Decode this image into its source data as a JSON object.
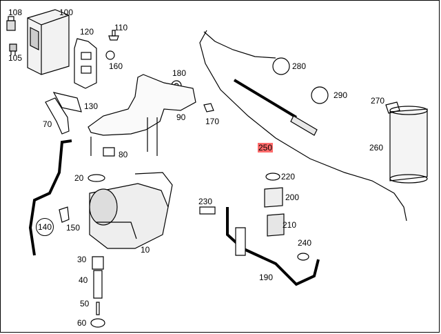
{
  "labels": {
    "p108": "108",
    "p100": "100",
    "p110": "110",
    "p120": "120",
    "p105": "105",
    "p160": "160",
    "p180": "180",
    "p280": "280",
    "p290": "290",
    "p270": "270",
    "p130": "130",
    "p90": "90",
    "p170": "170",
    "p70": "70",
    "p80": "80",
    "p250": "250",
    "p260": "260",
    "p20": "20",
    "p220": "220",
    "p200": "200",
    "p230": "230",
    "p140": "140",
    "p150": "150",
    "p210": "210",
    "p240": "240",
    "p10": "10",
    "p30": "30",
    "p40": "40",
    "p190": "190",
    "p50": "50",
    "p60": "60"
  },
  "highlight_color": "#ff6b6b"
}
